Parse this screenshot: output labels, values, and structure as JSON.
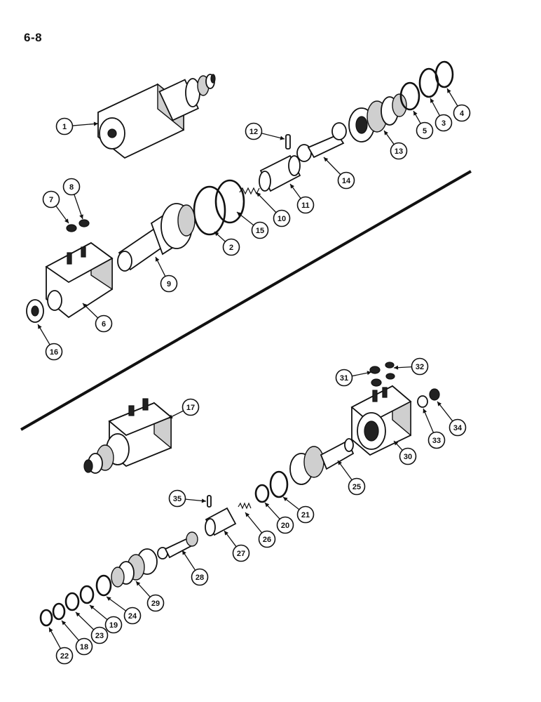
{
  "page": {
    "number": "6-8"
  },
  "callouts": [
    {
      "label": "1"
    },
    {
      "label": "2"
    },
    {
      "label": "3"
    },
    {
      "label": "4"
    },
    {
      "label": "5"
    },
    {
      "label": "6"
    },
    {
      "label": "7"
    },
    {
      "label": "8"
    },
    {
      "label": "9"
    },
    {
      "label": "10"
    },
    {
      "label": "11"
    },
    {
      "label": "12"
    },
    {
      "label": "13"
    },
    {
      "label": "14"
    },
    {
      "label": "15"
    },
    {
      "label": "16"
    },
    {
      "label": "17"
    },
    {
      "label": "18"
    },
    {
      "label": "19"
    },
    {
      "label": "20"
    },
    {
      "label": "21"
    },
    {
      "label": "22"
    },
    {
      "label": "23"
    },
    {
      "label": "24"
    },
    {
      "label": "25"
    },
    {
      "label": "26"
    },
    {
      "label": "27"
    },
    {
      "label": "28"
    },
    {
      "label": "29"
    },
    {
      "label": "30"
    },
    {
      "label": "31"
    },
    {
      "label": "32"
    },
    {
      "label": "33"
    },
    {
      "label": "34"
    },
    {
      "label": "35"
    }
  ]
}
